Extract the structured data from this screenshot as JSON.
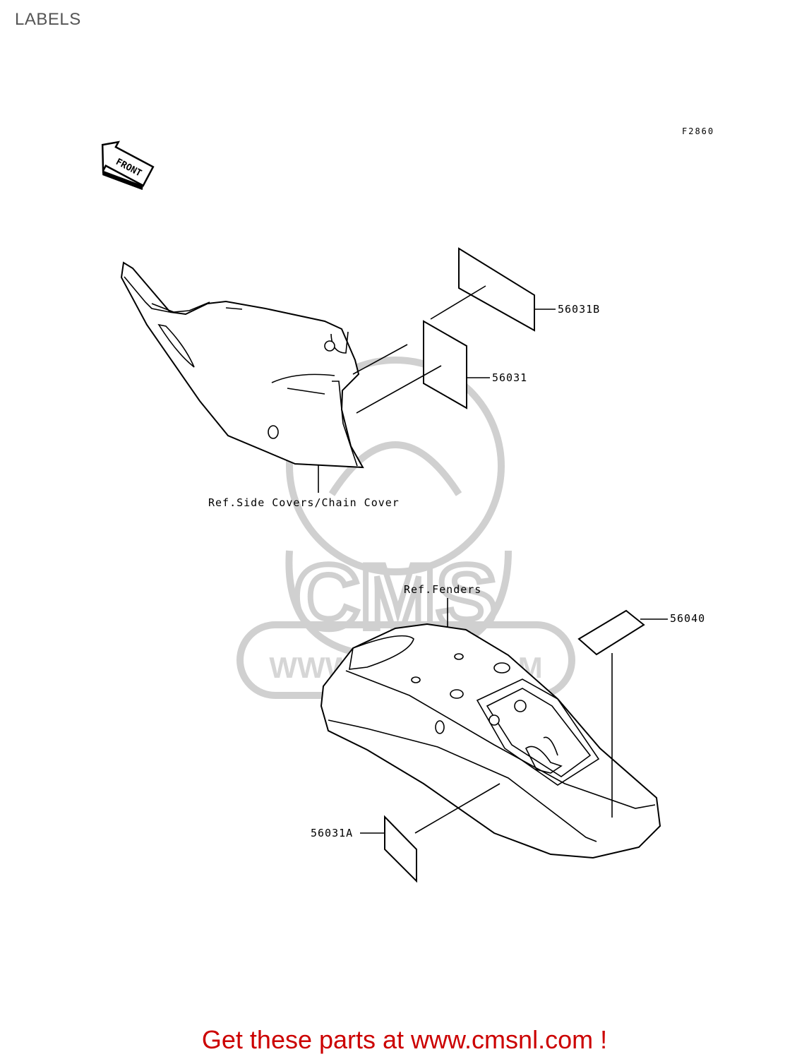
{
  "page": {
    "title": "LABELS"
  },
  "diagram": {
    "figure_code": "F2860",
    "front_marker": "FRONT",
    "callouts": {
      "label_56031B": "56031B",
      "label_56031": "56031",
      "label_56040": "56040",
      "label_56031A": "56031A",
      "ref_side_covers": "Ref.Side Covers/Chain Cover",
      "ref_fenders": "Ref.Fenders"
    },
    "watermark": {
      "brand": "CMS",
      "url": "WWW.CMSNL.COM"
    }
  },
  "footer": {
    "text": "Get these parts at www.cmsnl.com !"
  },
  "colors": {
    "footer": "#cc0000",
    "title": "#555555",
    "watermark": "#d0d0d0"
  }
}
